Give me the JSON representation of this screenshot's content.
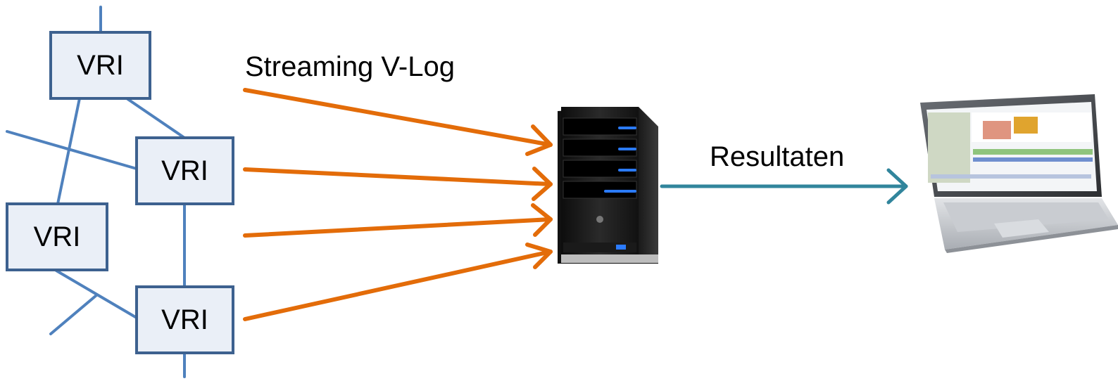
{
  "nodes": {
    "vri_label": "VRI"
  },
  "flows": {
    "streaming_label": "Streaming V-Log",
    "results_label": "Resultaten"
  },
  "icons": {
    "server": "server-tower-icon",
    "laptop": "laptop-icon"
  },
  "colors": {
    "network_line": "#4F81BD",
    "box_fill": "#EAEFF7",
    "box_border": "#3D618F",
    "stream_arrow": "#E36C09",
    "result_arrow": "#31859C"
  }
}
